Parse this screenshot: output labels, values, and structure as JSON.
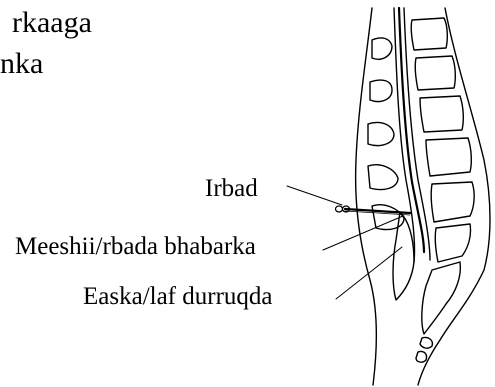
{
  "intro": {
    "line1": "rkaaga",
    "line2": "nka"
  },
  "labels": {
    "irbad": "Irbad",
    "meeshii": "Meeshii/rbada bhabarka",
    "easka": "Easka/laf durruqda"
  }
}
